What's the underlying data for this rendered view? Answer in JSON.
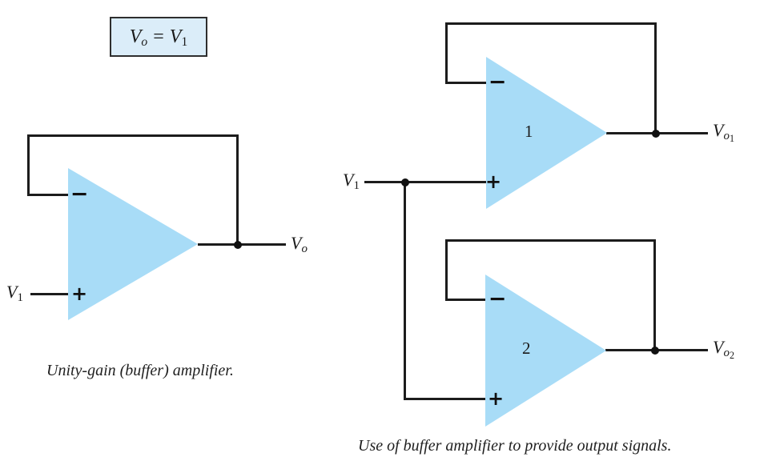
{
  "colors": {
    "opamp_fill": "#a8dcf7",
    "formula_box_fill": "#dbedf9",
    "formula_box_border": "#2e2e2e",
    "wire": "#1c1c1c",
    "text": "#1a1a1a"
  },
  "formula_box": {
    "lhs_base": "V",
    "lhs_sub": "o",
    "equals": "=",
    "rhs_base": "V",
    "rhs_sub": "1"
  },
  "left_circuit": {
    "input_label": {
      "base": "V",
      "sub": "1"
    },
    "output_label": {
      "base": "V",
      "sub": "o"
    },
    "inverting_symbol": "−",
    "noninverting_symbol": "+",
    "caption": "Unity-gain (buffer) amplifier."
  },
  "right_circuit": {
    "input_label": {
      "base": "V",
      "sub": "1"
    },
    "amp1": {
      "number": "1",
      "inverting_symbol": "−",
      "noninverting_symbol": "+",
      "output_label": {
        "base": "V",
        "sub": "o",
        "subsub": "1"
      }
    },
    "amp2": {
      "number": "2",
      "inverting_symbol": "−",
      "noninverting_symbol": "+",
      "output_label": {
        "base": "V",
        "sub": "o",
        "subsub": "2"
      }
    },
    "caption": "Use of buffer amplifier to provide output signals."
  }
}
